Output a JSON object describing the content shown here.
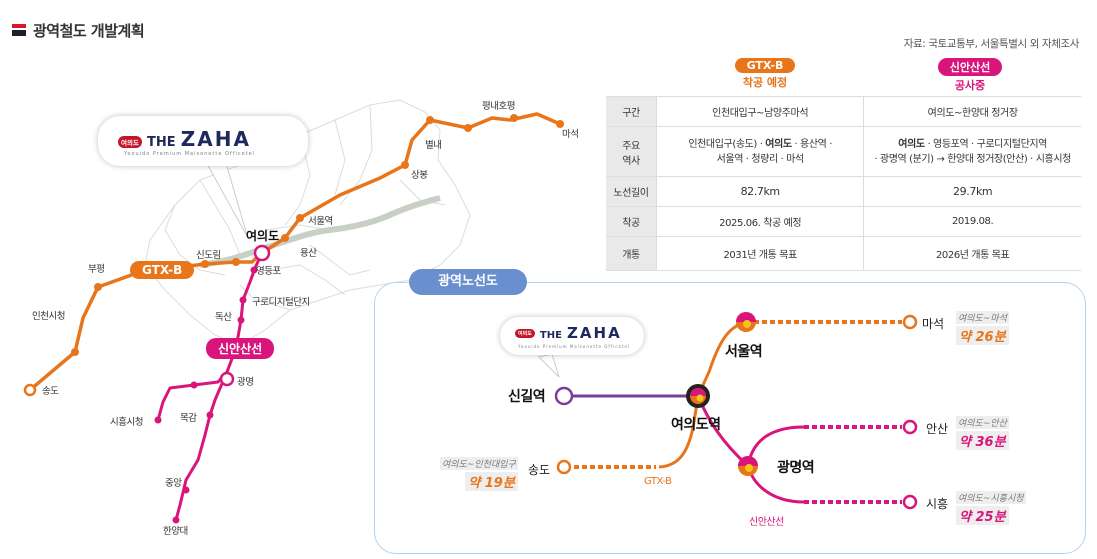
{
  "title": "광역철도 개발계획",
  "source": "자료: 국토교통부, 서울특별시 외 자체조사",
  "colors": {
    "gtx_b": "#e8751a",
    "sinansan": "#d9157b",
    "line_purple": "#7a3e97",
    "river": "#c8cfc4",
    "panel_border": "#b9d2ee"
  },
  "logo": {
    "tag": "여의도",
    "the": "THE",
    "name": "ZAHA",
    "sub": "Yeouido Premium Maisonette Officetel"
  },
  "table": {
    "gtx_label": "GTX-B",
    "gtx_status": "착공 예정",
    "sinansan_label": "신안산선",
    "sinansan_status": "공사중",
    "rows": {
      "segment": {
        "label": "구간",
        "gtx": "인천대입구~남양주마석",
        "sinansan": "여의도~한양대 정거장"
      },
      "stations": {
        "label1": "주요",
        "label2": "역사",
        "gtx_a": "인천대입구(송도) · ",
        "gtx_bold": "여의도",
        "gtx_b": " · 용산역 ·",
        "gtx_line2": "서울역 · 청량리 · 마석",
        "sin_bold": "여의도",
        "sin_a": " · 영등포역 · 구로디지털단지역",
        "sin_line2": "· 광명역 (분기) → 한양대 정거장(안산) · 시흥시청"
      },
      "length": {
        "label": "노선길이",
        "gtx": "82.7km",
        "sinansan": "29.7km"
      },
      "start": {
        "label": "착공",
        "gtx": "2025.06. 착공 예정",
        "sinansan": "2019.08."
      },
      "open": {
        "label": "개통",
        "gtx": "2031년 개통 목표",
        "sinansan": "2026년 개통 목표"
      }
    }
  },
  "map": {
    "gtx_badge": "GTX-B",
    "sinansan_badge": "신안산선",
    "stations": {
      "pyeongnae": "평내호평",
      "maseok": "마석",
      "byeollae": "별내",
      "sangbong": "상봉",
      "seoul": "서울역",
      "yongsan": "용산",
      "yeouido": "여의도",
      "sindorim": "신도림",
      "yeongdeungpo": "영등포",
      "guro": "구로디지털단지",
      "doksan": "독산",
      "bupyeong": "부평",
      "incheon_city": "인천시청",
      "songdo": "송도",
      "gwangmyeong": "광명",
      "siheung_city": "시흥시청",
      "mokgam": "목감",
      "jungang": "중앙",
      "hanyang": "한양대"
    }
  },
  "panel": {
    "title": "광역노선도",
    "sinkil": "신길역",
    "yeouido": "여의도역",
    "seoul": "서울역",
    "gwangmyeong": "광명역",
    "songdo": "송도",
    "maseok": "마석",
    "ansan": "안산",
    "siheung": "시흥",
    "gtx_label": "GTX-B",
    "sinansan_label": "신안산선",
    "times": {
      "songdo": {
        "route": "여의도~인천대입구",
        "value": "약 19분"
      },
      "maseok": {
        "route": "여의도~마석",
        "value": "약 26분"
      },
      "ansan": {
        "route": "여의도~안산",
        "value": "약 36분"
      },
      "siheung": {
        "route": "여의도~시흥시청",
        "value": "약 25분"
      }
    }
  }
}
